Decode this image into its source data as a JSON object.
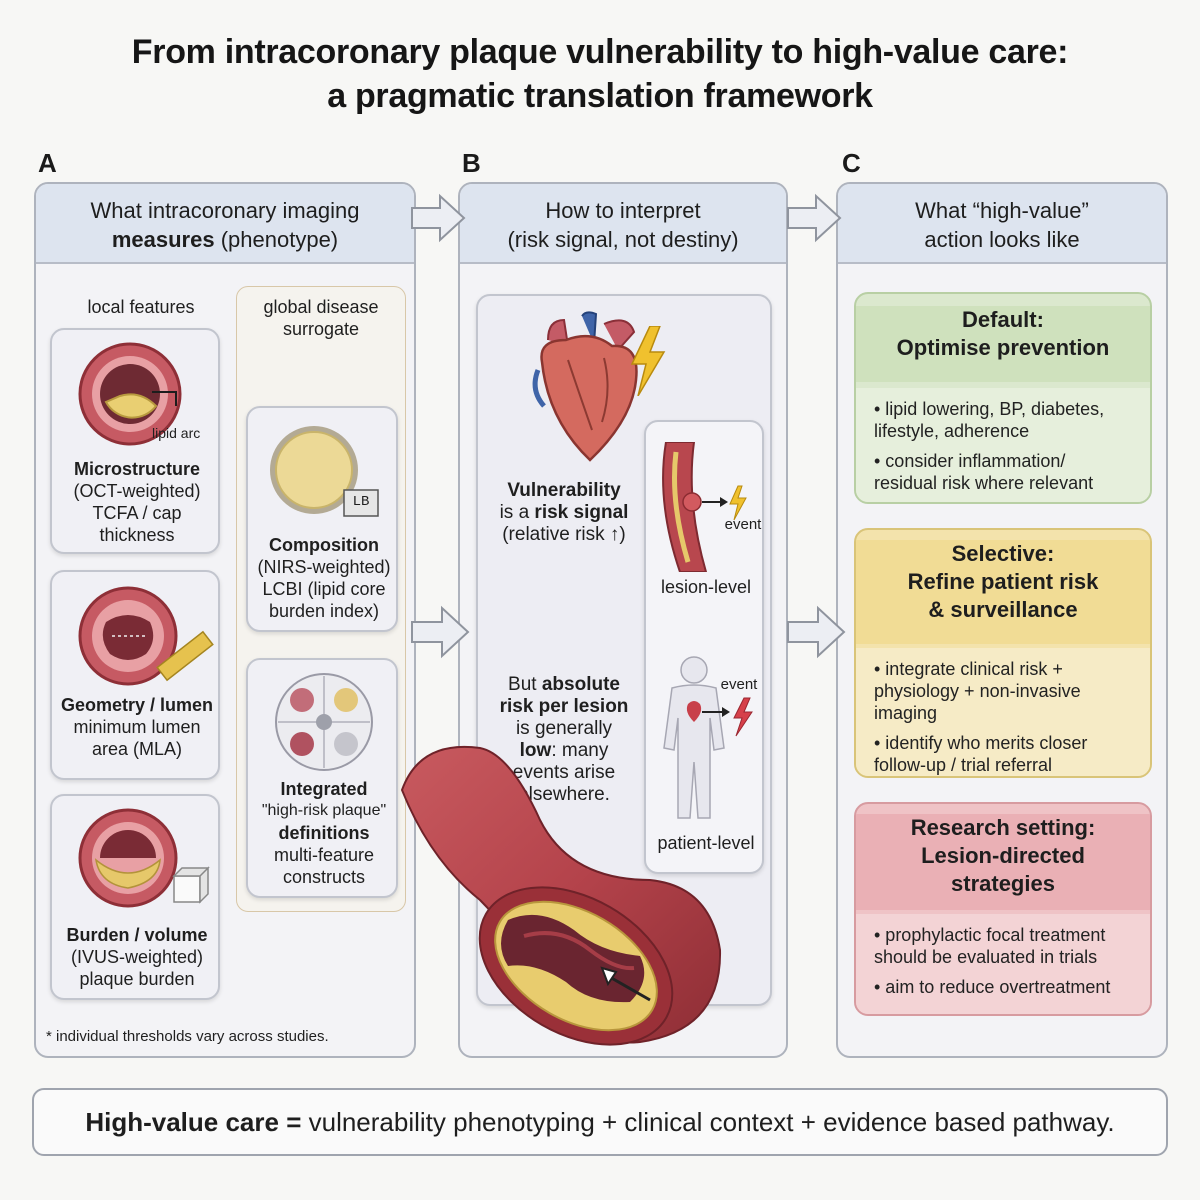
{
  "title": {
    "line1": "From intracoronary plaque vulnerability to high-value care:",
    "line2": "a pragmatic translation framework"
  },
  "columns": {
    "a": {
      "letter": "A",
      "header_line1": "What intracoronary imaging",
      "header_bold2": "measures",
      "header_rest2": "(phenotype)",
      "local_features_label": "local features",
      "global_label_line1": "global disease",
      "global_label_line2": "surrogate",
      "microstructure": {
        "callout": "lipid arc",
        "title": "Microstructure",
        "line2": "(OCT-weighted)",
        "line3": "TCFA / cap",
        "line4": "thickness"
      },
      "geometry": {
        "title": "Geometry / lumen",
        "line2": "minimum lumen",
        "line3": "area (MLA)"
      },
      "burden": {
        "title": "Burden / volume",
        "line2": "(IVUS-weighted)",
        "line3": "plaque burden"
      },
      "composition": {
        "icon_label": "LB",
        "title": "Composition",
        "line2": "(NIRS-weighted)",
        "line3": "LCBI (lipid core",
        "line4": "burden index)"
      },
      "integrated": {
        "title": "Integrated",
        "line2": "\"high-risk plaque\"",
        "line3": "definitions",
        "line4": "multi-feature",
        "line5": "constructs"
      },
      "footnote": "* individual thresholds vary across studies."
    },
    "b": {
      "letter": "B",
      "header_line1": "How to interpret",
      "header_line2": "(risk signal, not destiny)",
      "vuln_line1": "Vulnerability",
      "vuln_line2_pre": "is a",
      "vuln_line2_bold": "risk signal",
      "vuln_line3": "(relative risk ↑)",
      "abs_line1_pre": "But",
      "abs_line1_bold": "absolute",
      "abs_line2": "risk per lesion",
      "abs_line3": "is generally",
      "abs_line4_bold": "low",
      "abs_line4_rest": ": many",
      "abs_line5": "events arise",
      "abs_line6": "elsewhere.",
      "lesion_event": "event",
      "lesion_level": "lesion-level",
      "patient_event": "event",
      "patient_level": "patient-level"
    },
    "c": {
      "letter": "C",
      "header_line1": "What “high-value”",
      "header_line2": "action looks like",
      "default": {
        "title1": "Default:",
        "title2": "Optimise prevention",
        "b1_l1": "• lipid lowering, BP, diabetes,",
        "b1_l2": "lifestyle, adherence",
        "b2_l1": "• consider inflammation/",
        "b2_l2": "residual risk where relevant"
      },
      "selective": {
        "title1": "Selective:",
        "title2": "Refine patient risk",
        "title3": "& surveillance",
        "b1_l1": "• integrate clinical risk +",
        "b1_l2": "physiology + non-invasive",
        "b1_l3": "imaging",
        "b2_l1": "• identify who merits closer",
        "b2_l2": "follow-up / trial referral"
      },
      "research": {
        "title1": "Research setting:",
        "title2": "Lesion-directed",
        "title3": "strategies",
        "b1_l1": "• prophylactic focal treatment",
        "b1_l2": "should be evaluated in trials",
        "b2_l1": "• aim to reduce overtreatment"
      }
    }
  },
  "footer": {
    "bold": "High-value care =",
    "rest": " vulnerability phenotyping + clinical context + evidence based pathway."
  },
  "colors": {
    "default_bg": "#d7e6c9",
    "selective_bg": "#f4e2a6",
    "research_bg": "#eeb9bd",
    "header_bg": "#dde4ef",
    "vessel_red": "#b8474e",
    "plaque_yellow": "#e6c86a"
  }
}
